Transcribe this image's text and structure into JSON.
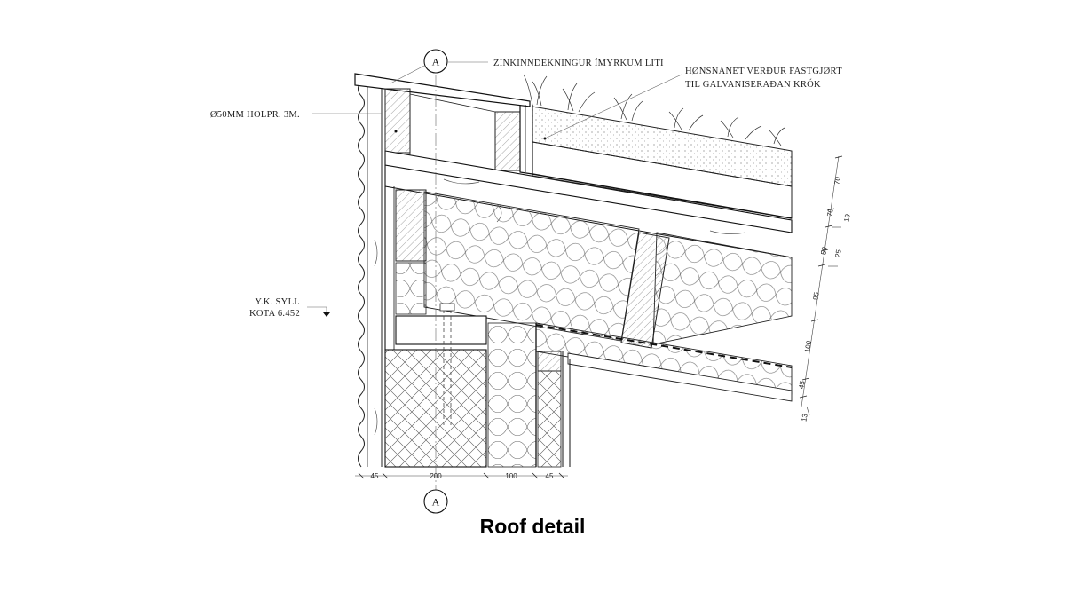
{
  "title": "Roof detail",
  "section_marker": "A",
  "annotations": {
    "zinc": "ZINKINNDEKNINGUR ÍMYRKUM LITI",
    "mesh_line1": "HØNSNANET VERÐUR FASTGJØRT",
    "mesh_line2": "TIL GALVANISERAÐAN KRÓK",
    "pipe": "Ø50MM HOLPR. 3M.",
    "level_line1": "Y.K. SYLL",
    "level_line2": "KOTA 6.452"
  },
  "bottom_dimensions": [
    "45",
    "200",
    "100",
    "45"
  ],
  "right_dimensions": [
    "70",
    "70",
    "19",
    "50",
    "25",
    "95",
    "100",
    "45",
    "13"
  ]
}
